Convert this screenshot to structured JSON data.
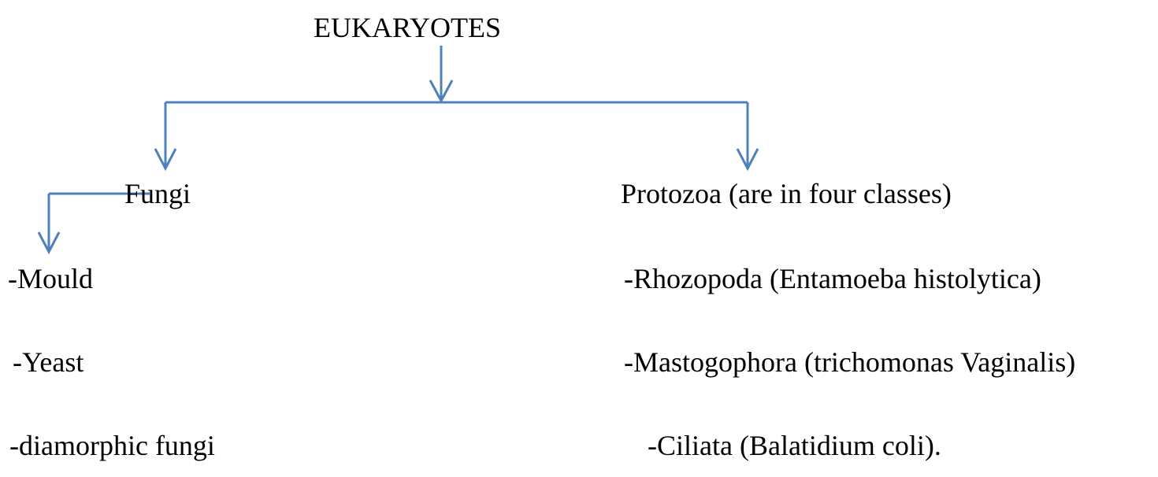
{
  "root": {
    "label": "EUKARYOTES"
  },
  "fungi": {
    "label": "Fungi",
    "items": [
      "-Mould",
      "-Yeast",
      "-diamorphic fungi"
    ]
  },
  "protozoa": {
    "label": "Protozoa (are in four classes)",
    "items": [
      "-Rhozopoda (Entamoeba histolytica)",
      "-Mastogophora (trichomonas Vaginalis)",
      "-Ciliata (Balatidium coli)."
    ]
  },
  "colors": {
    "connector": "#4f81bd",
    "text": "#000000",
    "background": "#ffffff"
  }
}
